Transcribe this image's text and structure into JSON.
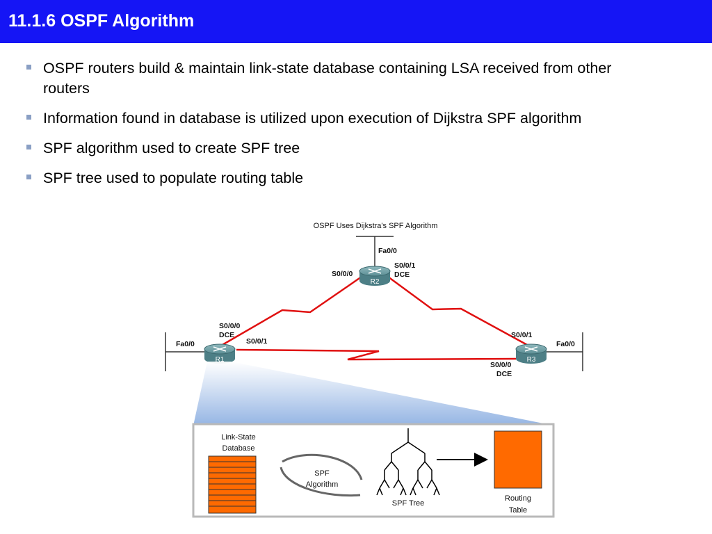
{
  "slide": {
    "title": "11.1.6 OSPF Algorithm",
    "bullets": [
      "OSPF routers build & maintain link-state database containing LSA received from other routers",
      "Information found in database is utilized upon execution of  Dijkstra SPF algorithm",
      "SPF algorithm used to create SPF tree",
      "SPF tree used to populate routing table"
    ]
  },
  "diagram": {
    "title": "OSPF Uses Dijkstra's SPF Algorithm",
    "routers": {
      "r1": "R1",
      "r2": "R2",
      "r3": "R3"
    },
    "interfaces": {
      "r2_fa": "Fa0/0",
      "r2_s000": "S0/0/0",
      "r2_s001": "S0/0/1",
      "r2_dce": "DCE",
      "r1_s000": "S0/0/0",
      "r1_dce": "DCE",
      "r1_s001": "S0/0/1",
      "r1_fa": "Fa0/0",
      "r3_s001": "S0/0/1",
      "r3_fa": "Fa0/0",
      "r3_s000": "S0/0/0",
      "r3_dce": "DCE"
    },
    "process": {
      "lsdb_line1": "Link-State",
      "lsdb_line2": "Database",
      "spf_line1": "SPF",
      "spf_line2": "Algorithm",
      "tree_label": "SPF Tree",
      "rt_line1": "Routing",
      "rt_line2": "Table"
    },
    "colors": {
      "title_bar": "#1515f5",
      "serial_link": "#e01010",
      "router_body": "#4d7f86",
      "database": "#ff6a00",
      "routing_table": "#ff6a00"
    }
  }
}
